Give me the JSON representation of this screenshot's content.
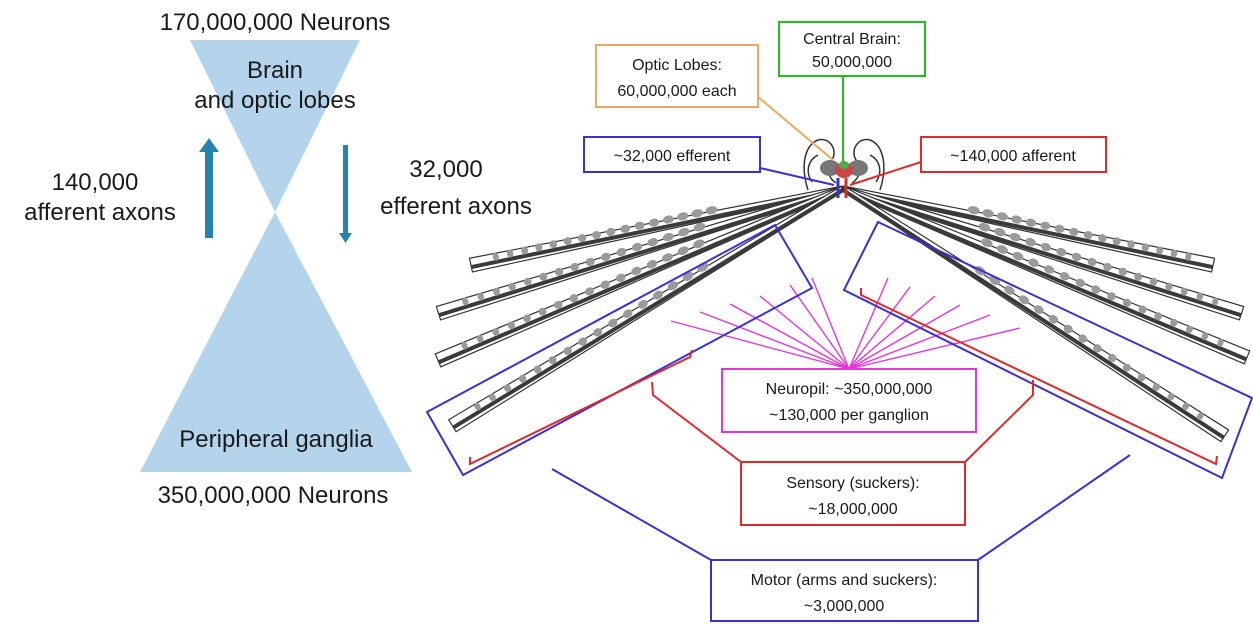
{
  "colors": {
    "hourglass": "#b3d4eb",
    "arrow": "#2683ad",
    "orange": "#f0a860",
    "green": "#22bb22",
    "blue": "#3b2fd6",
    "red": "#e02a2a",
    "magenta": "#e535d6",
    "arm_dark": "#3a3a3a",
    "sucker": "#9a9a9a"
  },
  "left_panel": {
    "top_count": "170,000,000 Neurons",
    "brain_line1": "Brain",
    "brain_line2": "and optic lobes",
    "afferent_number": "140,000",
    "afferent_label": "afferent axons",
    "efferent_number": "32,000",
    "efferent_label": "efferent axons",
    "peripheral_label": "Peripheral ganglia",
    "bottom_count": "350,000,000 Neurons"
  },
  "callouts": {
    "central_brain": {
      "line1": "Central Brain:",
      "line2": "50,000,000"
    },
    "optic_lobes": {
      "line1": "Optic Lobes:",
      "line2": "60,000,000 each"
    },
    "efferent": {
      "line1": "~32,000 efferent"
    },
    "afferent": {
      "line1": "~140,000 afferent"
    },
    "neuropil": {
      "line1": "Neuropil: ~350,000,000",
      "line2": "~130,000 per ganglion"
    },
    "sensory": {
      "line1": "Sensory  (suckers):",
      "line2": "~18,000,000"
    },
    "motor": {
      "line1": "Motor (arms and suckers):",
      "line2": "~3,000,000"
    }
  }
}
